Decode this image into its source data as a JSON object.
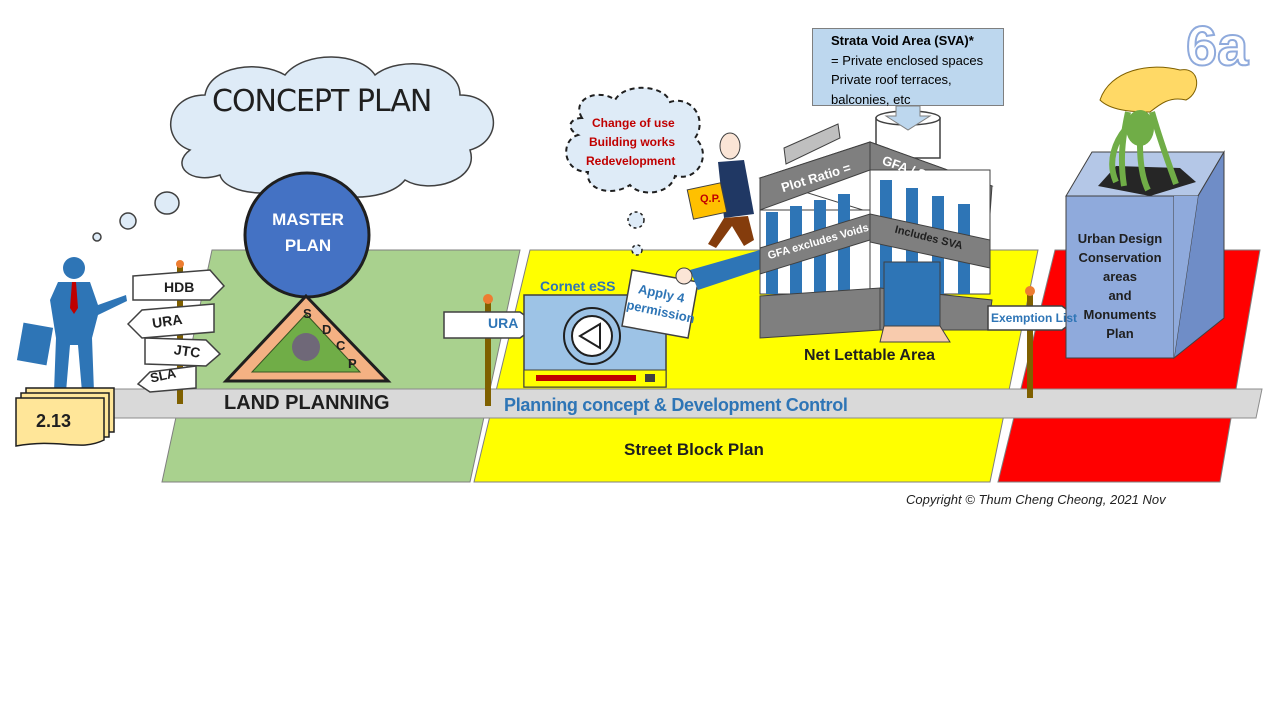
{
  "slide_number": "6a",
  "badge": "2.13",
  "concept_plan": "CONCEPT PLAN",
  "master_plan": [
    "MASTER",
    "PLAN"
  ],
  "sdcp_letters": [
    "S",
    "D",
    "C",
    "P"
  ],
  "signpost_agencies": [
    "HDB",
    "URA",
    "JTC",
    "SLA"
  ],
  "land_planning": "LAND PLANNING",
  "ura_sign": "URA",
  "cornet_ess": "Cornet eSS",
  "apply_permission": [
    "Apply 4",
    "permission"
  ],
  "thought_bubble": [
    "Change of use",
    "Building works",
    "Redevelopment"
  ],
  "qp_label": "Q.P.",
  "planning_concept": "Planning  concept  & Development  Control",
  "street_block_plan": "Street Block Plan",
  "building": {
    "plot_ratio": "Plot Ratio =",
    "gfa_site_area": "GFA / Site Area",
    "gfa_excludes": "GFA excludes Voids",
    "includes_sva": "Includes SVA",
    "net_lettable": "Net Lettable Area"
  },
  "sva_box": {
    "title": "Strata Void Area (SVA)*",
    "lines": [
      "= Private enclosed spaces",
      "Private roof terraces,",
      "balconies, etc"
    ]
  },
  "exemption_list": "Exemption  List",
  "urban_design": [
    "Urban Design",
    "Conservation",
    "areas",
    "and",
    "Monuments",
    "Plan"
  ],
  "copyright": "Copyright © Thum Cheng Cheong, 2021 Nov",
  "colors": {
    "green_zone": "#a9d18e",
    "yellow_zone": "#ffff00",
    "red_zone": "#ff0000",
    "road": "#d9d9d9",
    "master_plan": "#4472c4",
    "urban_block": "#8faadc",
    "cloud": "#deebf7",
    "blue_text": "#2e75b6"
  }
}
